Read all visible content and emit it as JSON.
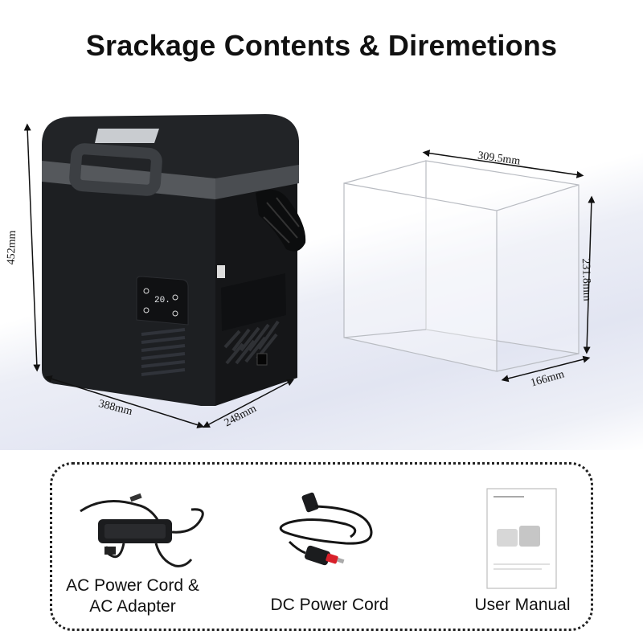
{
  "title": "Srackage Contents & Diremetions",
  "dimensions": {
    "height": "452mm",
    "width": "388mm",
    "depth": "248mm",
    "inner_length": "309.5mm",
    "inner_height": "231.8mm",
    "inner_depth": "166mm"
  },
  "panel": {
    "display_temp": "20.",
    "display_icons": [
      "power-icon",
      "plus-icon",
      "minus-icon",
      "snowflake-icon"
    ]
  },
  "contents": [
    {
      "label": "AC Power Cord &\nAC Adapter",
      "icon": "ac-adapter-icon"
    },
    {
      "label": "DC Power Cord",
      "icon": "dc-cord-icon"
    },
    {
      "label": "User Manual",
      "icon": "manual-icon"
    }
  ],
  "colors": {
    "fridge_body": "#1d1f22",
    "fridge_accent": "#55585c",
    "background_band": "#e2e5f2",
    "plug_red": "#d8202a"
  }
}
